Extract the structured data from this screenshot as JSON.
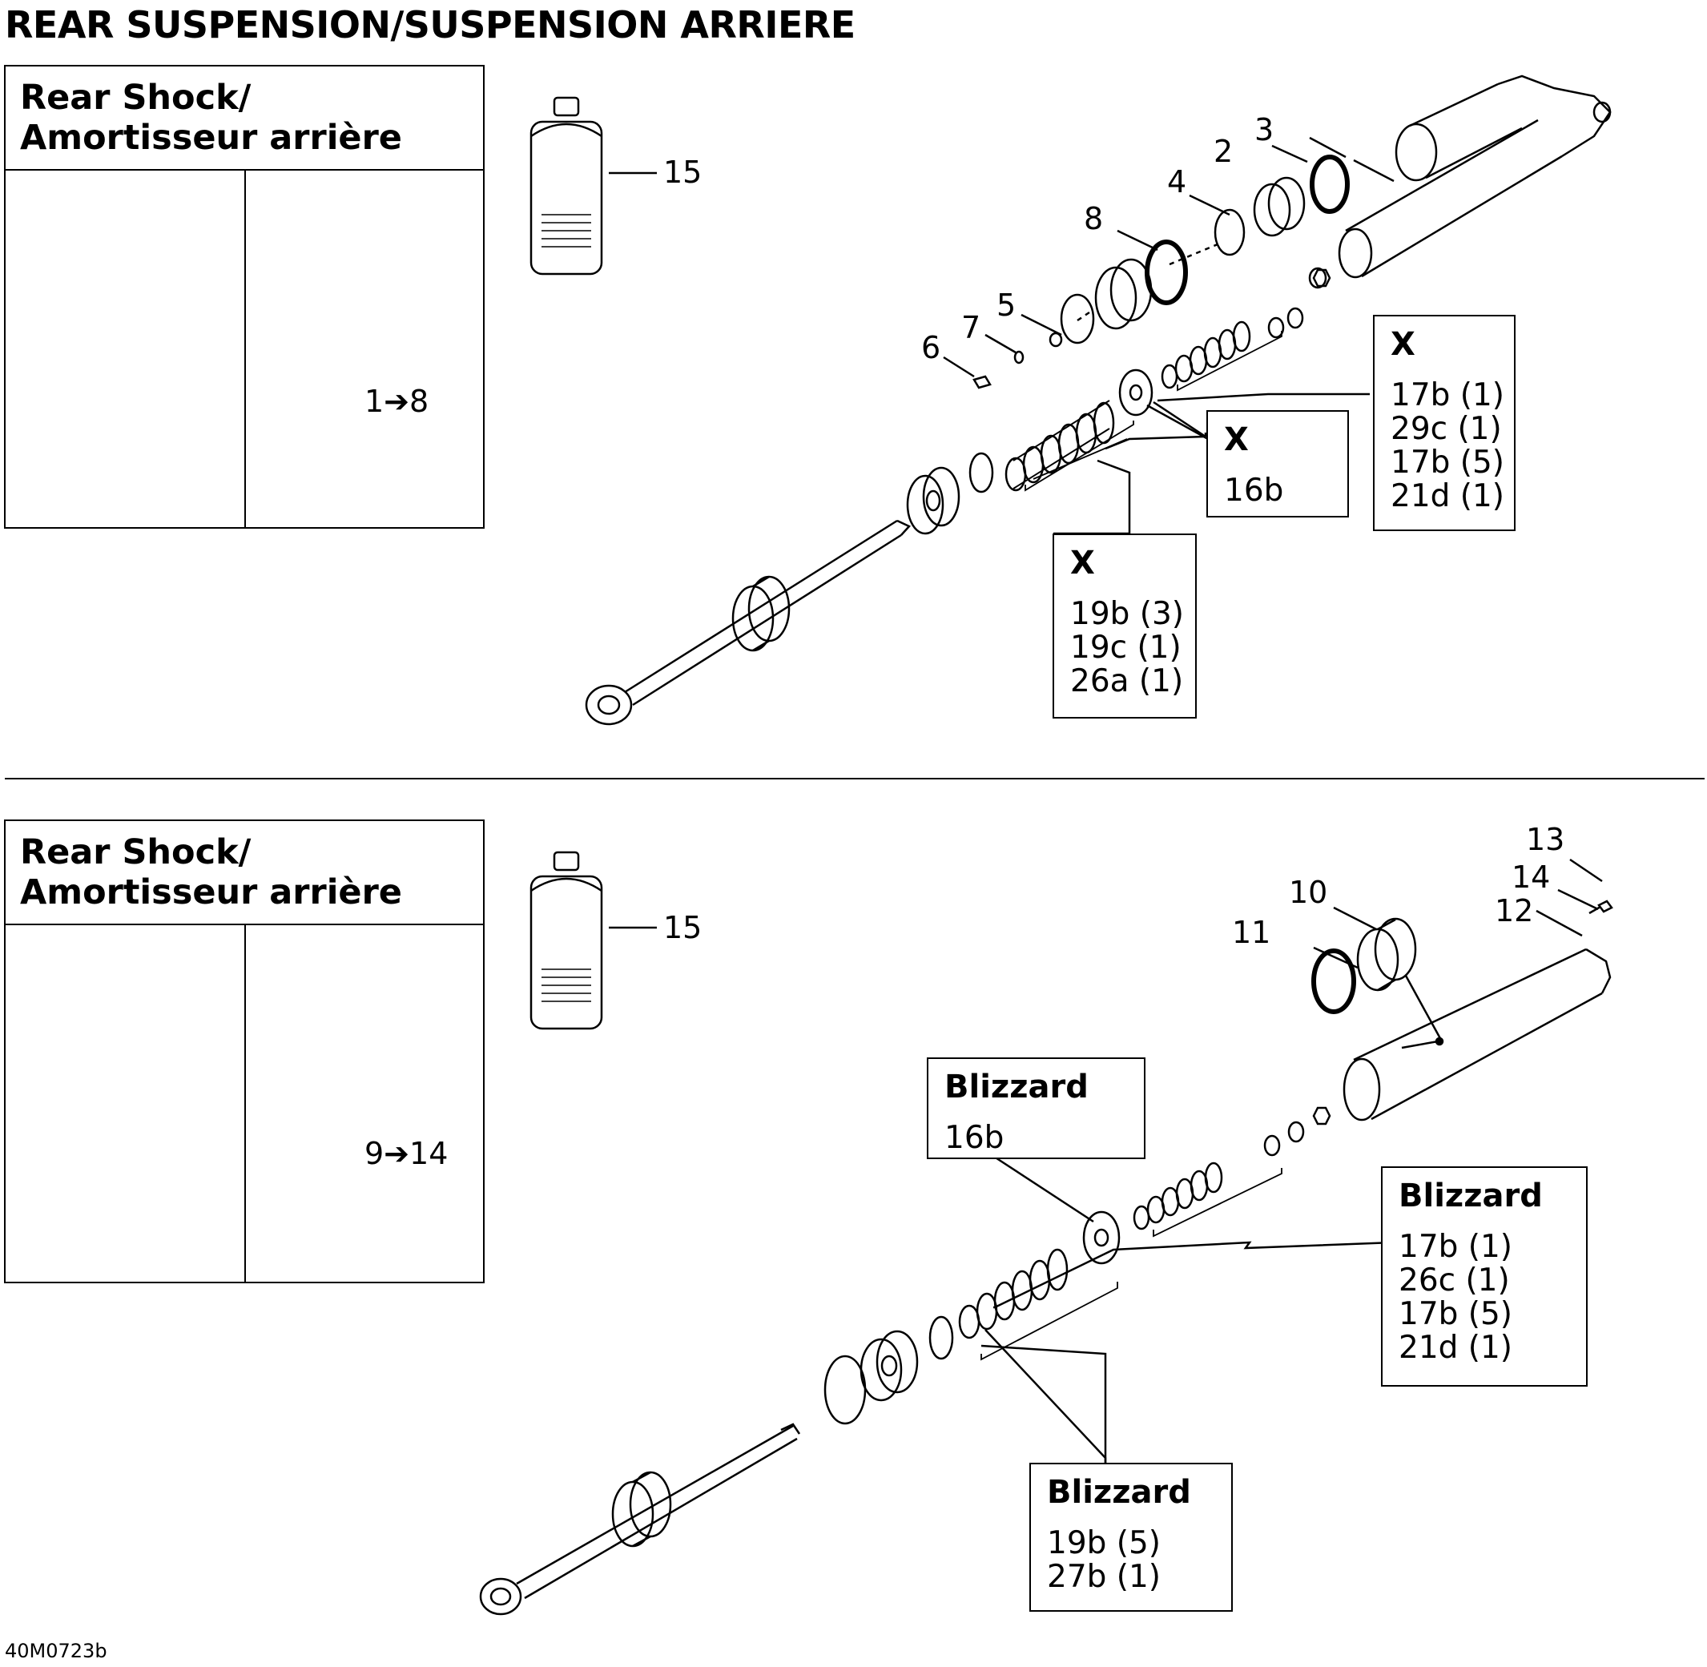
{
  "page": {
    "title": "REAR SUSPENSION/SUSPENSION ARRIERE",
    "figure_code": "40M0723b"
  },
  "top_section": {
    "header_line1": "Rear Shock/",
    "header_line2": "Amortisseur arrière",
    "range_label": "1➔8",
    "oil_label": "15",
    "callouts": [
      "2",
      "3",
      "4",
      "5",
      "6",
      "7",
      "8"
    ],
    "kits": [
      {
        "heading": "X",
        "items": [
          "17b (1)",
          "29c (1)",
          "17b (5)",
          "21d (1)"
        ]
      },
      {
        "heading": "X",
        "items": [
          "16b"
        ]
      },
      {
        "heading": "X",
        "items": [
          "19b (3)",
          "19c (1)",
          "26a (1)"
        ]
      }
    ]
  },
  "bottom_section": {
    "header_line1": "Rear Shock/",
    "header_line2": "Amortisseur arrière",
    "range_label": "9➔14",
    "oil_label": "15",
    "callouts": [
      "10",
      "11",
      "12",
      "13",
      "14"
    ],
    "kits": [
      {
        "heading": "Blizzard",
        "items": [
          "16b"
        ]
      },
      {
        "heading": "Blizzard",
        "items": [
          "17b (1)",
          "26c (1)",
          "17b (5)",
          "21d (1)"
        ]
      },
      {
        "heading": "Blizzard",
        "items": [
          "19b (5)",
          "27b (1)"
        ]
      }
    ]
  }
}
